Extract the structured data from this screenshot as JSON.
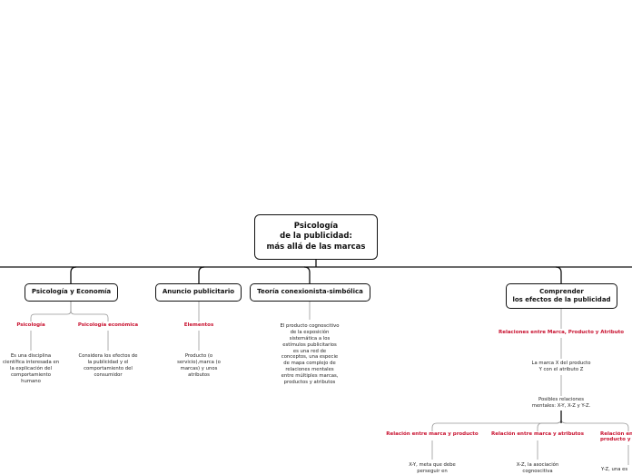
{
  "central": {
    "label": "Psicología\nde la publicidad:\nmás allá de las marcas"
  },
  "branches": {
    "psicologia_economia": {
      "label": "Psicología y Economía",
      "sub_left": {
        "label": "Psicología",
        "text": "Es una disciplina\ncientífica interesada en\nla explicación del\ncomportamiento\nhumano"
      },
      "sub_right": {
        "label": "Psicología económica",
        "text": "Considera los efectos de\nla publicidad y el\ncomportamiento del\nconsumidor"
      }
    },
    "anuncio": {
      "label": "Anuncio publicitario",
      "sub": {
        "label": "Elementos",
        "text": "Producto (o\nservicio),marca (o\nmarcas) y unos\natributos"
      }
    },
    "teoria": {
      "label": "Teoría conexionista-simbólica",
      "text": "El producto cognoscitivo\nde la exposición\nsistemática a los\nestímulos publicitarios\nes una red de\nconceptos, una especie\nde mapa complejo de\nrelaciones mentales\nentre múltiples marcas,\nproductos y atributos"
    },
    "comprender": {
      "label": "Comprender\nlos efectos de la publicidad",
      "sub": {
        "label": "Relaciones entre Marca, Producto y Atributo",
        "text1": "La marca X del producto\nY con el atributo Z",
        "text2": "Posibles relaciones\nmentales: X-Y, X-Z y Y-Z.",
        "rel1": {
          "label": "Relación entre marca y producto",
          "text": "X-Y, meta que debe\nperseguir en"
        },
        "rel2": {
          "label": "Relación entre marca y atributos",
          "text": "X-Z, la asociación\ncognoscitiva"
        },
        "rel3": {
          "label": "Relación entre\nproducto y atributo",
          "text": "Y-Z, una es"
        }
      }
    }
  }
}
